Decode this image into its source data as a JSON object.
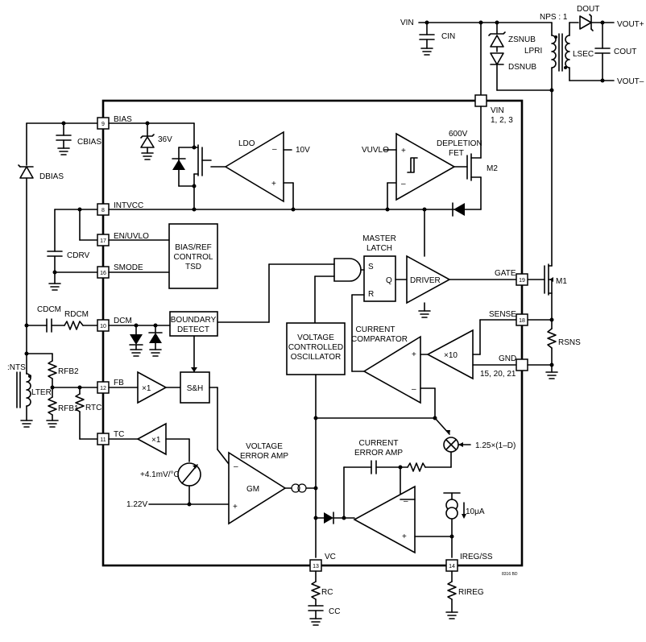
{
  "chip": {
    "pins": [
      {
        "num": "9",
        "label": "BIAS"
      },
      {
        "num": "8",
        "label": "INTVCC"
      },
      {
        "num": "17",
        "label": "EN/UVLO"
      },
      {
        "num": "16",
        "label": "SMODE"
      },
      {
        "num": "10",
        "label": "DCM"
      },
      {
        "num": "12",
        "label": "FB"
      },
      {
        "num": "11",
        "label": "TC"
      },
      {
        "num": "13",
        "label": "VC"
      },
      {
        "num": "14",
        "label": "IREG/SS"
      },
      {
        "num": "19",
        "label": "GATE"
      },
      {
        "num": "18",
        "label": "SENSE"
      }
    ],
    "vin_pin": {
      "label": "VIN",
      "pins": "1, 2, 3"
    },
    "gnd_pin": {
      "label": "GND",
      "pins": "15, 20, 21"
    },
    "part_code": "8316 BD"
  },
  "blocks": {
    "ldo": "LDO",
    "ldo_out": "10V",
    "zener": "36V",
    "fet_line1": "600V",
    "fet_line2": "DEPLETION",
    "fet_line3": "FET",
    "m2": "M2",
    "vuvlo": "VUVLO",
    "biasref": [
      "BIAS/REF",
      "CONTROL",
      "TSD"
    ],
    "latch_title": [
      "MASTER",
      "LATCH"
    ],
    "latch_s": "S",
    "latch_r": "R",
    "latch_q": "Q",
    "driver": "DRIVER",
    "boundary": [
      "BOUNDARY",
      "DETECT"
    ],
    "vco": [
      "VOLTAGE",
      "CONTROLLED",
      "OSCILLATOR"
    ],
    "current_comp": [
      "CURRENT",
      "COMPARATOR"
    ],
    "x10": "×10",
    "x1_fb": "×1",
    "x1_tc": "×1",
    "sh": "S&H",
    "tc_coeff": "+4.1mV/°C",
    "ref": "1.22V",
    "verr": [
      "VOLTAGE",
      "ERROR AMP"
    ],
    "gm": "GM",
    "cerr": [
      "CURRENT",
      "ERROR AMP"
    ],
    "mult": "1.25×(1–D)",
    "isrc": "10μA"
  },
  "external": {
    "vin": "VIN",
    "cin": "CIN",
    "zsnub": "ZSNUB",
    "dsnub": "DSNUB",
    "lpri": "LPRI",
    "lsec": "LSEC",
    "nps": "NPS : 1",
    "dout": "DOUT",
    "cout": "COUT",
    "voutp": "VOUT+",
    "voutn": "VOUT–",
    "m1": "M1",
    "rsns": "RSNS",
    "cbias": "CBIAS",
    "dbias": "DBIAS",
    "cdrv": "CDRV",
    "cdcm": "CDCM",
    "rdcm": "RDCM",
    "nts": ":NTS",
    "lter": "LTER",
    "rfb2": "RFB2",
    "rfb1": "RFB1",
    "rtc": "RTC",
    "rc": "RC",
    "cc": "CC",
    "rireg": "RIREG"
  }
}
